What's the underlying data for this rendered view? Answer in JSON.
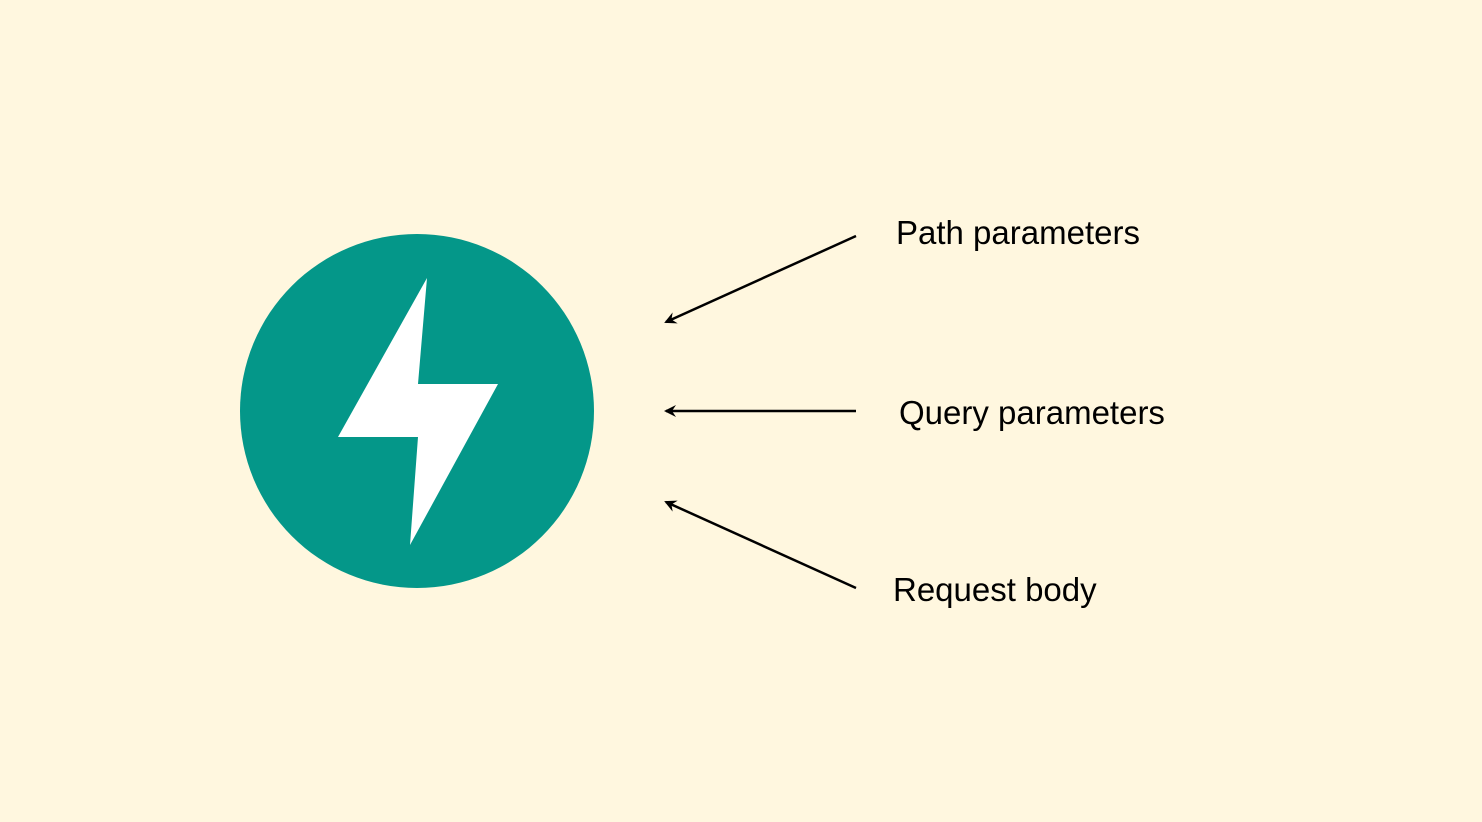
{
  "diagram": {
    "logo": {
      "icon": "lightning-bolt-icon",
      "circle_color": "#049789",
      "bolt_color": "#ffffff"
    },
    "labels": {
      "path_parameters": "Path parameters",
      "query_parameters": "Query parameters",
      "request_body": "Request body"
    },
    "colors": {
      "background": "#fff7df",
      "arrow": "#000000",
      "text": "#000000"
    }
  }
}
